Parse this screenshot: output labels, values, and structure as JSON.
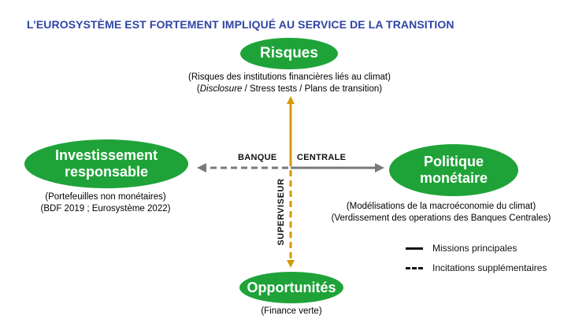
{
  "title": "L’EUROSYSTÈME EST FORTEMENT IMPLIQUÉ AU SERVICE DE LA TRANSITION",
  "colors": {
    "title": "#2f45a5",
    "pill": "#1fa339",
    "gold_arrow": "#d49a00",
    "gray_arrow": "#7a7a7a"
  },
  "nodes": {
    "risques": {
      "label": "Risques",
      "line1": "(Risques des institutions financières liés au climat)",
      "line2_italic": "Disclosure",
      "line2_rest": " / Stress tests / Plans de transition)",
      "line2_open": "("
    },
    "investissement": {
      "label_line1": "Investissement",
      "label_line2": "responsable",
      "line1": "(Portefeuilles non monétaires)",
      "line2": "(BDF 2019 ; Eurosystème 2022)"
    },
    "politique": {
      "label_line1": "Politique",
      "label_line2": "monétaire",
      "line1": "(Modélisations de la macroéconomie du climat)",
      "line2": "(Verdissement des operations des Banques Centrales)"
    },
    "opportunites": {
      "label": "Opportunités",
      "line1": "(Finance verte)"
    }
  },
  "axes": {
    "banque": "BANQUE",
    "centrale": "CENTRALE",
    "superviseur": "SUPERVISEUR"
  },
  "legend": {
    "solid": "Missions principales",
    "dashed": "Incitations supplémentaires"
  }
}
